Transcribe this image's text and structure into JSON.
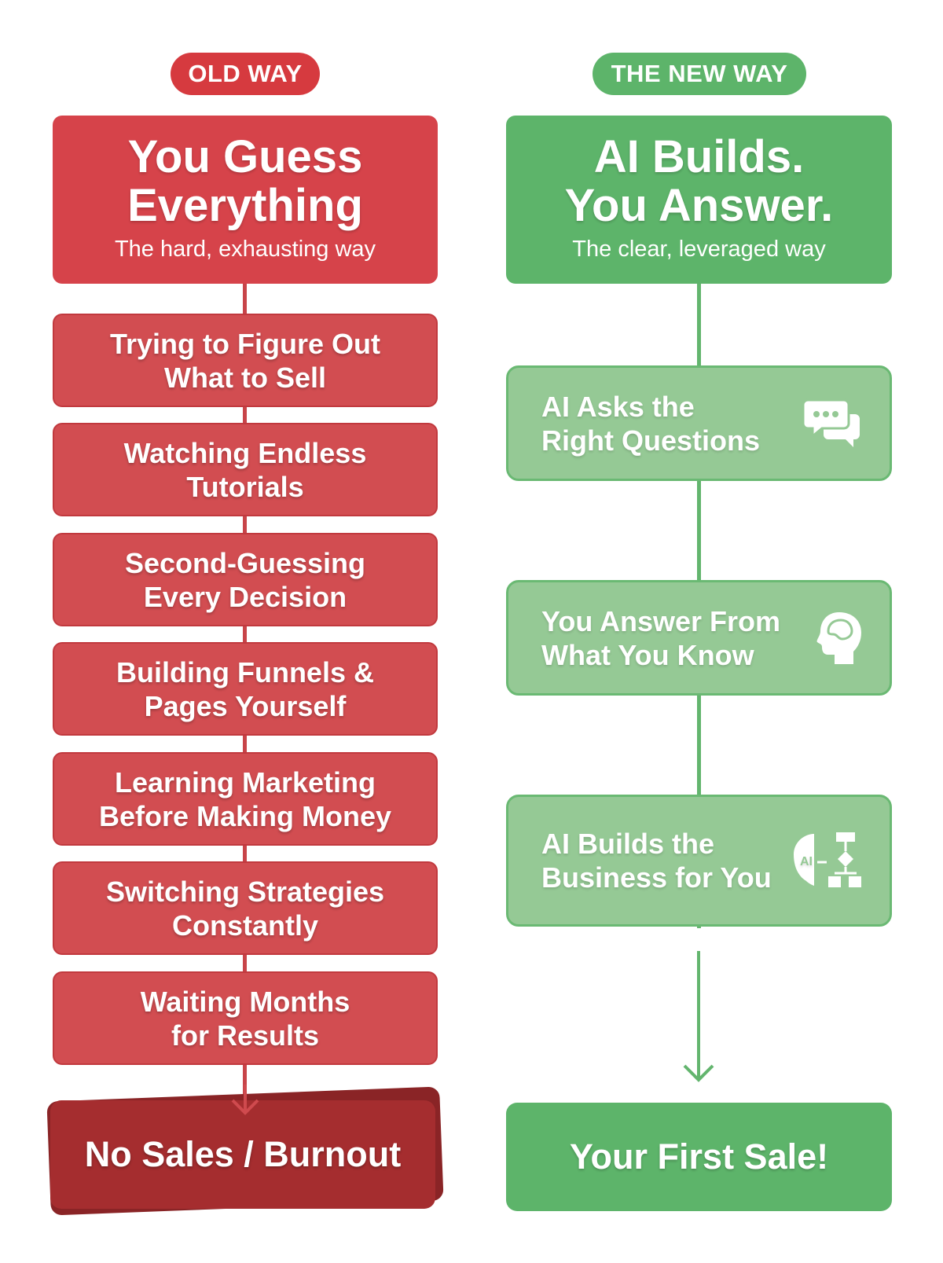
{
  "old_way": {
    "badge": "OLD WAY",
    "title_line1": "You Guess",
    "title_line2": "Everything",
    "subtitle": "The hard, exhausting way",
    "steps": [
      {
        "line1": "Trying to Figure Out",
        "line2": "What to Sell"
      },
      {
        "line1": "Watching Endless",
        "line2": "Tutorials"
      },
      {
        "line1": "Second-Guessing",
        "line2": "Every Decision"
      },
      {
        "line1": "Building Funnels &",
        "line2": "Pages Yourself"
      },
      {
        "line1": "Learning Marketing",
        "line2": "Before Making Money"
      },
      {
        "line1": "Switching Strategies",
        "line2": "Constantly"
      },
      {
        "line1": "Waiting Months",
        "line2": "for Results"
      }
    ],
    "outcome": "No Sales / Burnout"
  },
  "new_way": {
    "badge": "THE NEW WAY",
    "title_line1": "AI Builds.",
    "title_line2": "You Answer.",
    "subtitle": "The clear, leveraged way",
    "steps": [
      {
        "line1": "AI Asks the",
        "line2": "Right Questions",
        "icon": "chat-bubbles-icon"
      },
      {
        "line1": "You Answer From",
        "line2": "What You Know",
        "icon": "head-brain-icon"
      },
      {
        "line1": "AI Builds the",
        "line2": "Business for You",
        "icon": "ai-brain-flowchart-icon"
      }
    ],
    "outcome": "Your First Sale!"
  },
  "colors": {
    "red": "#d6434a",
    "dark_red": "#a52d2f",
    "green": "#5db46a",
    "light_green": "#95c995"
  }
}
